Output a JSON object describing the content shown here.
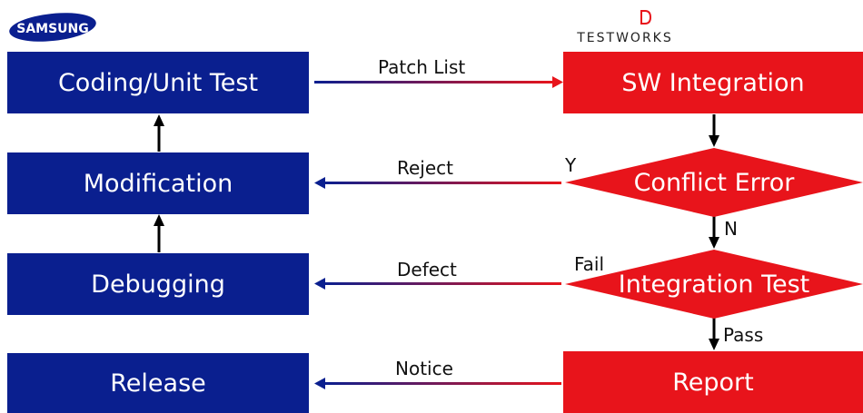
{
  "logos": {
    "left": "SAMSUNG",
    "right": "TESTWORKS"
  },
  "left_boxes": {
    "coding": "Coding/Unit Test",
    "modification": "Modification",
    "debugging": "Debugging",
    "release": "Release"
  },
  "right_nodes": {
    "sw_integration": "SW Integration",
    "conflict_error": "Conflict Error",
    "integration_test": "Integration Test",
    "report": "Report"
  },
  "edge_labels": {
    "patch_list": "Patch List",
    "reject": "Reject",
    "defect": "Defect",
    "notice": "Notice",
    "y": "Y",
    "n": "N",
    "fail": "Fail",
    "pass": "Pass"
  },
  "colors": {
    "blue": "#0a1f8f",
    "red": "#e8141b"
  }
}
